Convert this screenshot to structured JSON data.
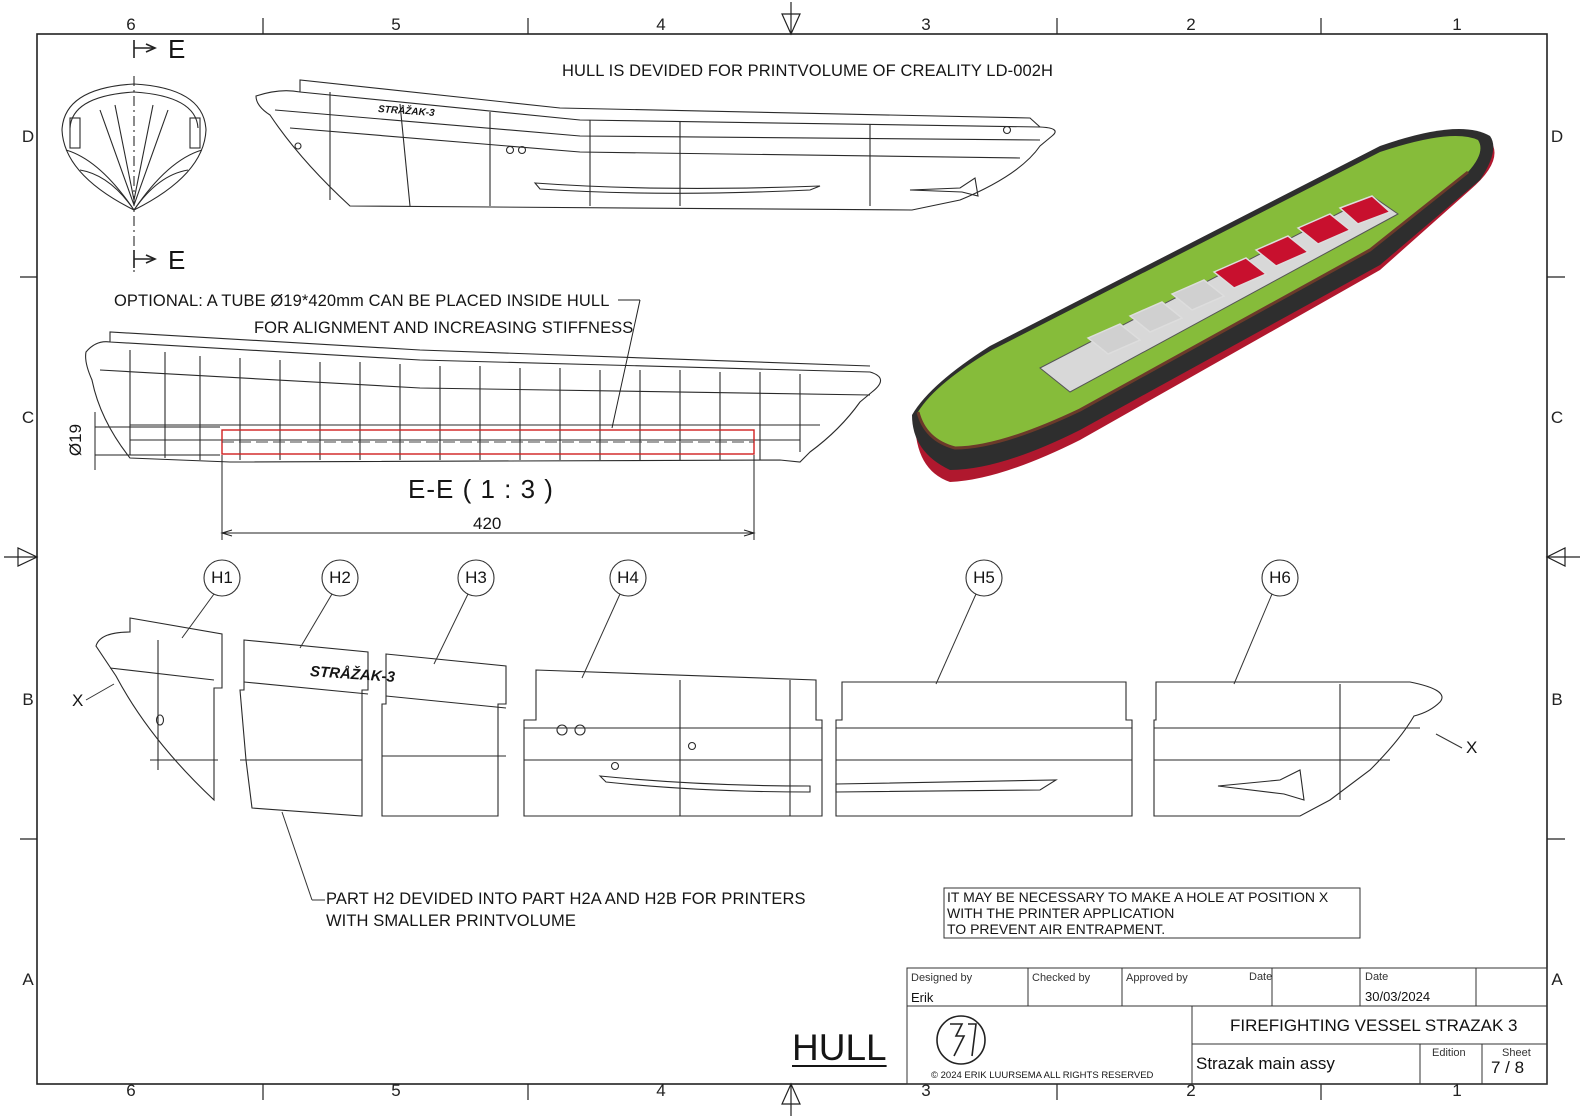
{
  "sheet": {
    "zones_top": [
      "6",
      "5",
      "4",
      "3",
      "2",
      "1"
    ],
    "zones_bottom": [
      "6",
      "5",
      "4",
      "3",
      "2",
      "1"
    ],
    "zones_left": [
      "D",
      "C",
      "B",
      "A"
    ],
    "zones_right": [
      "D",
      "C",
      "B",
      "A"
    ]
  },
  "notes": {
    "hull_split": "HULL IS DEVIDED FOR PRINTVOLUME OF CREALITY  LD-002H",
    "optional_line1": "OPTIONAL: A TUBE Ø19*420mm CAN BE PLACED INSIDE HULL",
    "optional_line2": "FOR ALIGNMENT AND INCREASING STIFFNESS",
    "h2_line1": "PART H2 DEVIDED INTO PART H2A AND H2B FOR PRINTERS",
    "h2_line2": "WITH SMALLER PRINTVOLUME",
    "hole_line1": "IT MAY BE NECESSARY TO MAKE A HOLE AT POSITION X",
    "hole_line2": "WITH THE PRINTER APPLICATION",
    "hole_line3": "TO PREVENT AIR ENTRAPMENT."
  },
  "views": {
    "section_marker": "E",
    "section_title": "E-E ( 1 : 3 )",
    "tube_diameter": "Ø19",
    "tube_length": "420",
    "vessel_lettering": "STRÅŽAK-3",
    "x_marker": "X"
  },
  "balloons": [
    "H1",
    "H2",
    "H3",
    "H4",
    "H5",
    "H6"
  ],
  "title_block": {
    "designed_by_label": "Designed by",
    "designed_by": "Erik",
    "checked_by_label": "Checked by",
    "approved_by_label": "Approved by",
    "date_label_1": "Date",
    "date_label_2": "Date",
    "date": "30/03/2024",
    "title": "FIREFIGHTING VESSEL STRAZAK 3",
    "subtitle": "Strazak main assy",
    "edition_label": "Edition",
    "sheet_label": "Sheet",
    "sheet": "7 / 8",
    "copyright": "© 2024 ERIK LUURSEMA ALL RIGHTS RESERVED",
    "part_name": "HULL"
  },
  "colors": {
    "line": "#2a2a2a",
    "tube": "#d02020",
    "deck_green": "#86bc3a",
    "hull_dark": "#2e2e2e",
    "hull_red": "#b0182e",
    "bulwark_brown": "#6b3a2a"
  }
}
